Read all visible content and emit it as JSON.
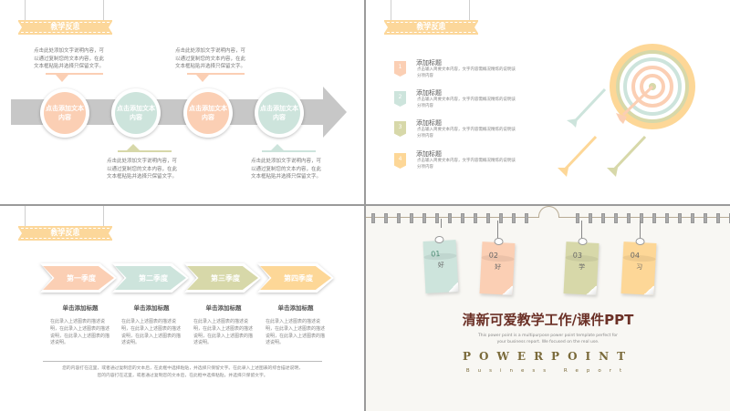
{
  "colors": {
    "peach": "#fbcfb4",
    "mint": "#cde4dc",
    "olive": "#d7d8a9",
    "yellow": "#fdd797",
    "ribbon": "#fcd79a",
    "title_brown": "#6b3026",
    "gold": "#7a6a3a"
  },
  "slide1": {
    "ribbon": "教学反思",
    "circles": [
      {
        "text": "点击添加文本内容",
        "color": "#fbcfb4"
      },
      {
        "text": "点击添加文本内容",
        "color": "#cde4dc"
      },
      {
        "text": "点击添加文本内容",
        "color": "#fbcfb4"
      },
      {
        "text": "点击添加文本内容",
        "color": "#cde4dc"
      }
    ],
    "notes": [
      "点击此处添加文字说明内容，可以通过复制您的文本内容，在此文本框粘贴并选择只保留文字。",
      "点击此处添加文字说明内容，可以通过复制您的文本内容，在此文本框粘贴并选择只保留文字。",
      "点击此处添加文字说明内容，可以通过复制您的文本内容，在此文本框粘贴并选择只保留文字。",
      "点击此处添加文字说明内容，可以通过复制您的文本内容，在此文本框粘贴并选择只保留文字。"
    ]
  },
  "slide2": {
    "ribbon": "教学反思",
    "items": [
      {
        "num": "1",
        "title": "添加标题",
        "desc": "点击输入简要文本内容，文字内容需概况精炼的说明该分项内容",
        "color": "#fbcfb4"
      },
      {
        "num": "2",
        "title": "添加标题",
        "desc": "点击输入简要文本内容，文字内容需概况精炼的说明该分项内容",
        "color": "#cde4dc"
      },
      {
        "num": "3",
        "title": "添加标题",
        "desc": "点击输入简要文本内容，文字内容需概况精炼的说明该分项内容",
        "color": "#d7d8a9"
      },
      {
        "num": "4",
        "title": "添加标题",
        "desc": "点击输入简要文本内容，文字内容需概况精炼的说明该分项内容",
        "color": "#fdd797"
      }
    ]
  },
  "slide3": {
    "ribbon": "教学反思",
    "quarters": [
      {
        "label": "第一季度",
        "title": "单击添加标题",
        "desc": "在此录入上述图表的描述说明，在此录入上述图表的描述说明，在此录入上述图表的描述说明。",
        "color": "#fbcfb4"
      },
      {
        "label": "第二季度",
        "title": "单击添加标题",
        "desc": "在此录入上述图表的描述说明，在此录入上述图表的描述说明，在此录入上述图表的描述说明。",
        "color": "#cde4dc"
      },
      {
        "label": "第三季度",
        "title": "单击添加标题",
        "desc": "在此录入上述图表的描述说明，在此录入上述图表的描述说明，在此录入上述图表的描述说明。",
        "color": "#d7d8a9"
      },
      {
        "label": "第四季度",
        "title": "单击添加标题",
        "desc": "在此录入上述图表的描述说明，在此录入上述图表的描述说明，在此录入上述图表的描述说明。",
        "color": "#fdd797"
      }
    ],
    "footer_line1": "您的内容打在这里，或者通过复制您的文本后，在此框中选择粘贴，并选择只保留文字。在此录入上述图表的综合描述说明，",
    "footer_line2": "您的内容打在这里，或者通过复制您的文本后，在此框中选择粘贴，并选择只保留文字。"
  },
  "slide4": {
    "notes": [
      {
        "num": "01",
        "char": "好",
        "color": "#cde4dc"
      },
      {
        "num": "02",
        "char": "好",
        "color": "#fbcfb4"
      },
      {
        "num": "03",
        "char": "学",
        "color": "#d7d8a9"
      },
      {
        "num": "04",
        "char": "习",
        "color": "#fdd797"
      }
    ],
    "title": "清新可爱教学工作/课件PPT",
    "subtitle_line1": "This power point is a multipurpose power point template perfect for",
    "subtitle_line2": "your business report. We focused on the real use.",
    "brand": "POWERPOINT",
    "tagline": "Business Report"
  }
}
